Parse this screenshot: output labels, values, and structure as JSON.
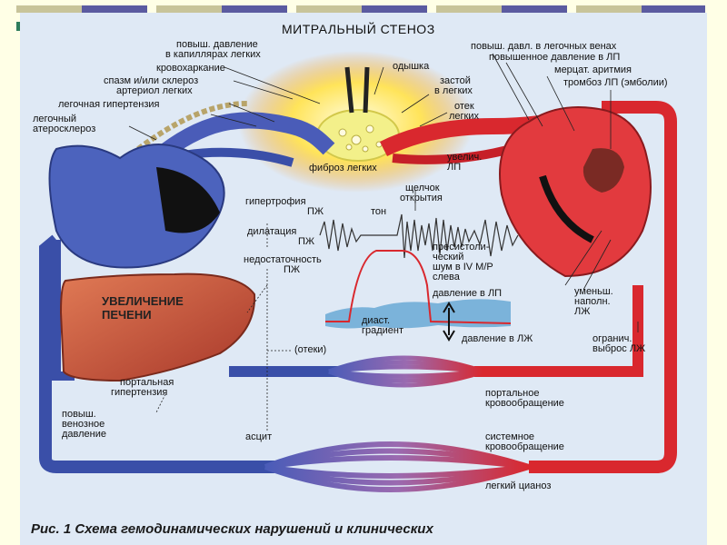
{
  "title": "МИТРАЛЬНЫЙ СТЕНОЗ",
  "caption": "Рис. 1 Схема гемодинамических нарушений и клинических",
  "labels": {
    "cap_pressure_1": "повыш. давление",
    "cap_pressure_2": "в капиллярах легких",
    "hemoptysis": "кровохаркание",
    "spasm_1": "спазм и/или склероз",
    "spasm_2": "артериол легких",
    "pulm_hypertension": "легочная гипертензия",
    "pulm_athero_1": "легочный",
    "pulm_athero_2": "атеросклероз",
    "dyspnea": "одышка",
    "congestion_1": "застой",
    "congestion_2": "в легких",
    "edema_1": "отек",
    "edema_2": "легких",
    "fibrosis": "фиброз легких",
    "pv_pressure": "повыш. давл. в легочных венах",
    "la_pressure": "повышенное давление в ЛП",
    "afib": "мерцат. аритмия",
    "la_thrombosis": "тромбоз ЛП (эмболии)",
    "la_enlarge_1": "увелич.",
    "la_enlarge_2": "ЛП",
    "opening_snap_1": "щелчок",
    "opening_snap_2": "открытия",
    "tone": "тон",
    "rv_hypertrophy_1": "гипертрофия",
    "rv_hypertrophy_2": "ПЖ",
    "rv_dilatation_1": "дилатация",
    "rv_dilatation_2": "ПЖ",
    "rv_failure_1": "недостаточность",
    "rv_failure_2": "ПЖ",
    "presystolic_1": "пресистоли-",
    "presystolic_2": "ческий",
    "presystolic_3": "шум в IV М/Р",
    "presystolic_4": "слева",
    "la_pressure_curve": "давление в ЛП",
    "diast_1": "диаст.",
    "diast_2": "градиент",
    "lv_pressure_curve": "давление в ЛЖ",
    "lv_fill_1": "уменьш.",
    "lv_fill_2": "наполн.",
    "lv_fill_3": "ЛЖ",
    "output_1": "огранич.",
    "output_2": "выброс ЛЖ",
    "liver_1": "УВЕЛИЧЕНИЕ",
    "liver_2": "ПЕЧЕНИ",
    "edema_peripheral": "(отеки)",
    "portal_ht_1": "портальная",
    "portal_ht_2": "гипертензия",
    "venous_1": "повыш.",
    "venous_2": "венозное",
    "venous_3": "давление",
    "ascites": "асцит",
    "portal_circ_1": "портальное",
    "portal_circ_2": "кровообращение",
    "systemic_circ_1": "системное",
    "systemic_circ_2": "кровообращение",
    "cyanosis": "легкий цианоз"
  },
  "colors": {
    "venous": "#4a5cb8",
    "arterial": "#d9282e",
    "liver": "#c0503a",
    "panel": "#dfe9f5",
    "background": "#ffffe6"
  }
}
